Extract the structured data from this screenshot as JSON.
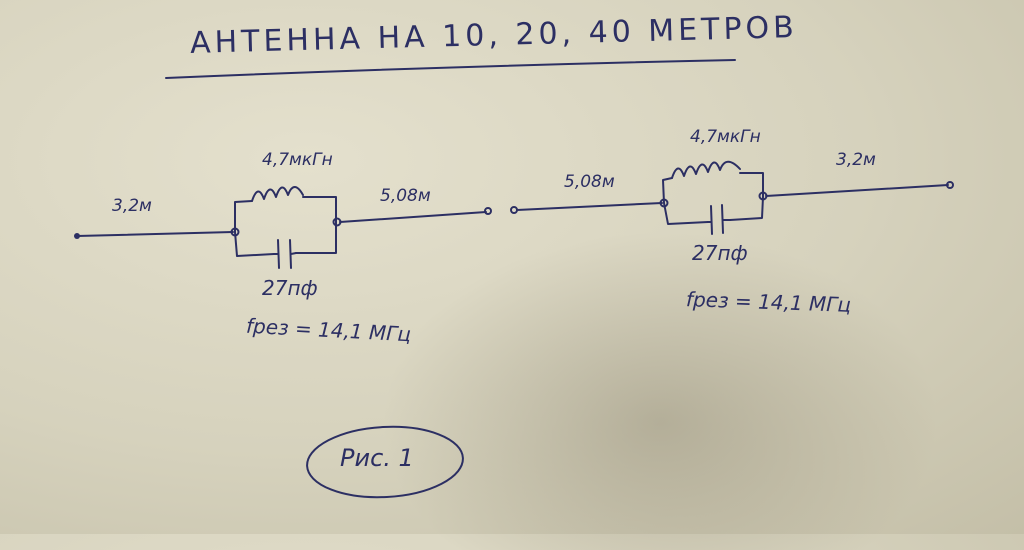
{
  "title": "АНТЕННА НА 10, 20, 40 МЕТРОВ",
  "left": {
    "wire_outer": "3,2м",
    "inductor": "4,7мкГн",
    "capacitor": "27пф",
    "wire_inner": "5,08м",
    "resonance": "fрез = 14,1 МГц"
  },
  "right": {
    "wire_outer": "3,2м",
    "inductor": "4,7мкГн",
    "capacitor": "27пф",
    "wire_inner": "5,08м",
    "resonance": "fрез = 14,1 МГц"
  },
  "figure_caption": "Рис. 1",
  "colors": {
    "ink": "#2c2f63",
    "paper": "#dcd8c4"
  }
}
